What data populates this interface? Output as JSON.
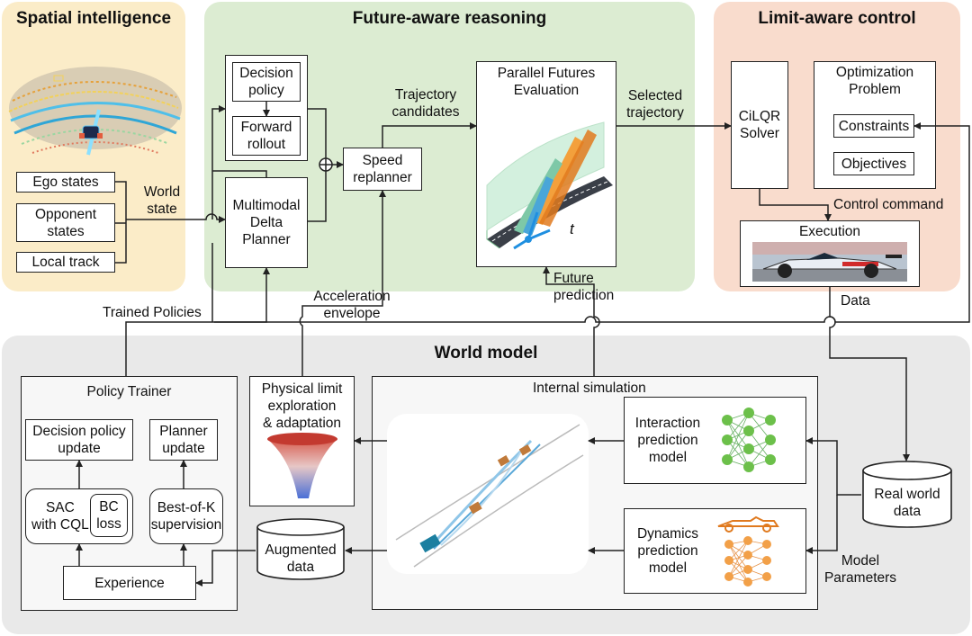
{
  "panels": {
    "spatial": {
      "title": "Spatial intelligence",
      "color": "#fbecc8"
    },
    "future": {
      "title": "Future-aware reasoning",
      "color": "#dcecd2"
    },
    "limit": {
      "title": "Limit-aware control",
      "color": "#f9dccd"
    },
    "world": {
      "title": "World model",
      "color": "#e9e9e9"
    }
  },
  "spatial": {
    "ego_states": "Ego states",
    "opponent_states": "Opponent\nstates",
    "local_track": "Local track",
    "world_state": "World\nstate"
  },
  "future": {
    "decision_policy": "Decision\npolicy",
    "forward_rollout": "Forward\nrollout",
    "multimodal_delta_planner": "Multimodal\nDelta\nPlanner",
    "speed_replanner": "Speed\nreplanner",
    "trajectory_candidates": "Trajectory\ncandidates",
    "parallel_futures_evaluation": "Parallel Futures\nEvaluation",
    "time_symbol": "t",
    "selected_trajectory": "Selected\ntrajectory",
    "trained_policies": "Trained Policies",
    "acceleration_envelope": "Acceleration\nenvelope",
    "future_prediction": "Future\nprediction"
  },
  "control": {
    "cilqr_solver": "CiLQR\nSolver",
    "optimization_problem": "Optimization\nProblem",
    "constraints": "Constraints",
    "objectives": "Objectives",
    "control_command": "Control command",
    "execution": "Execution",
    "data": "Data"
  },
  "world": {
    "policy_trainer": "Policy Trainer",
    "decision_policy_update": "Decision policy\nupdate",
    "planner_update": "Planner\nupdate",
    "sac_with_cql": "SAC\nwith CQL",
    "bc_loss": "BC\nloss",
    "best_of_k_supervision": "Best-of-K\nsupervision",
    "experience": "Experience",
    "physical_limit": "Physical limit\nexploration\n& adaptation",
    "augmented_data": "Augmented\ndata",
    "internal_simulation": "Internal simulation",
    "interaction_prediction_model": "Interaction\nprediction\nmodel",
    "dynamics_prediction_model": "Dynamics\nprediction\nmodel",
    "real_world_data": "Real world\ndata",
    "model_parameters": "Model\nParameters"
  }
}
